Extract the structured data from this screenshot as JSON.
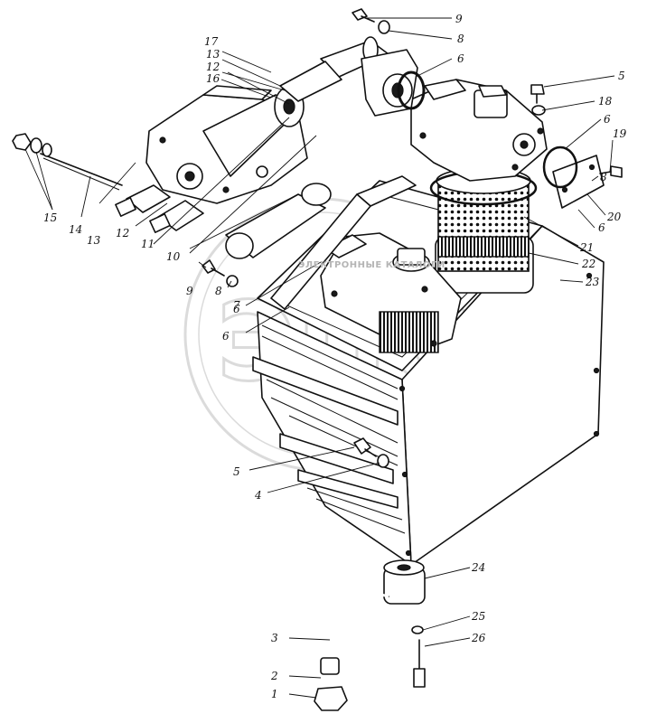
{
  "diagram": {
    "watermark_text": "ЭЛЕКТРОННЫЕ КАТАЛОГИ",
    "callouts": [
      {
        "id": "c1",
        "label": "1"
      },
      {
        "id": "c2",
        "label": "2"
      },
      {
        "id": "c3",
        "label": "3"
      },
      {
        "id": "c4",
        "label": "4"
      },
      {
        "id": "c5a",
        "label": "5"
      },
      {
        "id": "c5b",
        "label": "5"
      },
      {
        "id": "c6a",
        "label": "6"
      },
      {
        "id": "c6b",
        "label": "6"
      },
      {
        "id": "c6c",
        "label": "6"
      },
      {
        "id": "c6d",
        "label": "6"
      },
      {
        "id": "c6e",
        "label": "6"
      },
      {
        "id": "c7",
        "label": "7"
      },
      {
        "id": "c8a",
        "label": "8"
      },
      {
        "id": "c8b",
        "label": "8"
      },
      {
        "id": "c8c",
        "label": "8"
      },
      {
        "id": "c9a",
        "label": "9"
      },
      {
        "id": "c9b",
        "label": "9"
      },
      {
        "id": "c10",
        "label": "10"
      },
      {
        "id": "c11",
        "label": "11"
      },
      {
        "id": "c12a",
        "label": "12"
      },
      {
        "id": "c12b",
        "label": "12"
      },
      {
        "id": "c13a",
        "label": "13"
      },
      {
        "id": "c13b",
        "label": "13"
      },
      {
        "id": "c14",
        "label": "14"
      },
      {
        "id": "c15",
        "label": "15"
      },
      {
        "id": "c16",
        "label": "16"
      },
      {
        "id": "c17",
        "label": "17"
      },
      {
        "id": "c18",
        "label": "18"
      },
      {
        "id": "c19",
        "label": "19"
      },
      {
        "id": "c20",
        "label": "20"
      },
      {
        "id": "c21",
        "label": "21"
      },
      {
        "id": "c22",
        "label": "22"
      },
      {
        "id": "c23",
        "label": "23"
      },
      {
        "id": "c24",
        "label": "24"
      },
      {
        "id": "c25",
        "label": "25"
      },
      {
        "id": "c26",
        "label": "26"
      }
    ]
  }
}
